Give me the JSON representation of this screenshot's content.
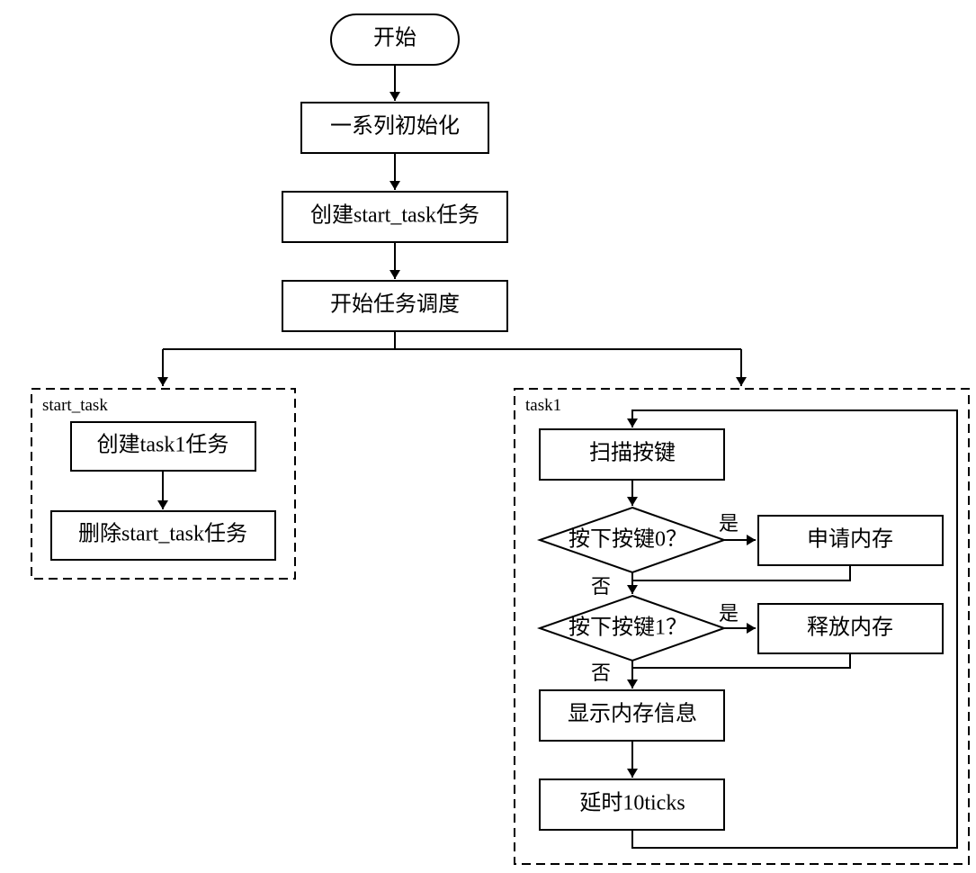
{
  "flowchart": {
    "main": {
      "start": "开始",
      "init": "一系列初始化",
      "create_start_task": "创建start_task任务",
      "start_scheduler": "开始任务调度"
    },
    "start_task": {
      "title": "start_task",
      "create_task1": "创建task1任务",
      "delete_start_task": "删除start_task任务"
    },
    "task1": {
      "title": "task1",
      "scan_keys": "扫描按键",
      "key0_question": "按下按键0？",
      "key0_yes": "是",
      "key0_no": "否",
      "allocate_memory": "申请内存",
      "key1_question": "按下按键1？",
      "key1_yes": "是",
      "key1_no": "否",
      "free_memory": "释放内存",
      "show_memory_info": "显示内存信息",
      "delay": "延时10ticks"
    }
  },
  "colors": {
    "stroke": "#000000",
    "background": "#ffffff"
  }
}
